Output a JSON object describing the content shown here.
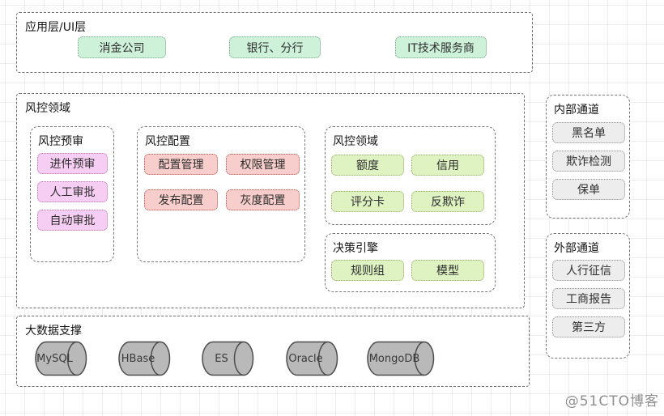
{
  "colors": {
    "mint_fill": "#cdf2d9",
    "yellow_green_fill": "#dff2c2",
    "violet_fill": "#f7cef3",
    "salmon_fill": "#f8cecc",
    "gray_fill": "#ededed",
    "cylinder_fill": "#b9b9b9",
    "dashed_border": "#6b6b6b"
  },
  "app_layer": {
    "title": "应用层/UI层",
    "items": [
      "消金公司",
      "银行、分行",
      "IT技术服务商"
    ]
  },
  "risk_domain": {
    "title": "风控领域",
    "pre_review": {
      "title": "风控预审",
      "items": [
        "进件预审",
        "人工审批",
        "自动审批"
      ]
    },
    "config": {
      "title": "风控配置",
      "items": [
        "配置管理",
        "权限管理",
        "发布配置",
        "灰度配置"
      ]
    },
    "domain": {
      "title": "风控领域",
      "items": [
        "额度",
        "信用",
        "评分卡",
        "反欺诈"
      ]
    },
    "decision": {
      "title": "决策引擎",
      "items": [
        "规则组",
        "模型"
      ]
    }
  },
  "internal_channel": {
    "title": "内部通道",
    "items": [
      "黑名单",
      "欺诈检测",
      "保单"
    ]
  },
  "external_channel": {
    "title": "外部通道",
    "items": [
      "人行征信",
      "工商报告",
      "第三方"
    ]
  },
  "bigdata": {
    "title": "大数据支撑",
    "items": [
      "MySQL",
      "HBase",
      "ES",
      "Oracle",
      "MongoDB"
    ]
  },
  "watermark": "@51CTO博客"
}
